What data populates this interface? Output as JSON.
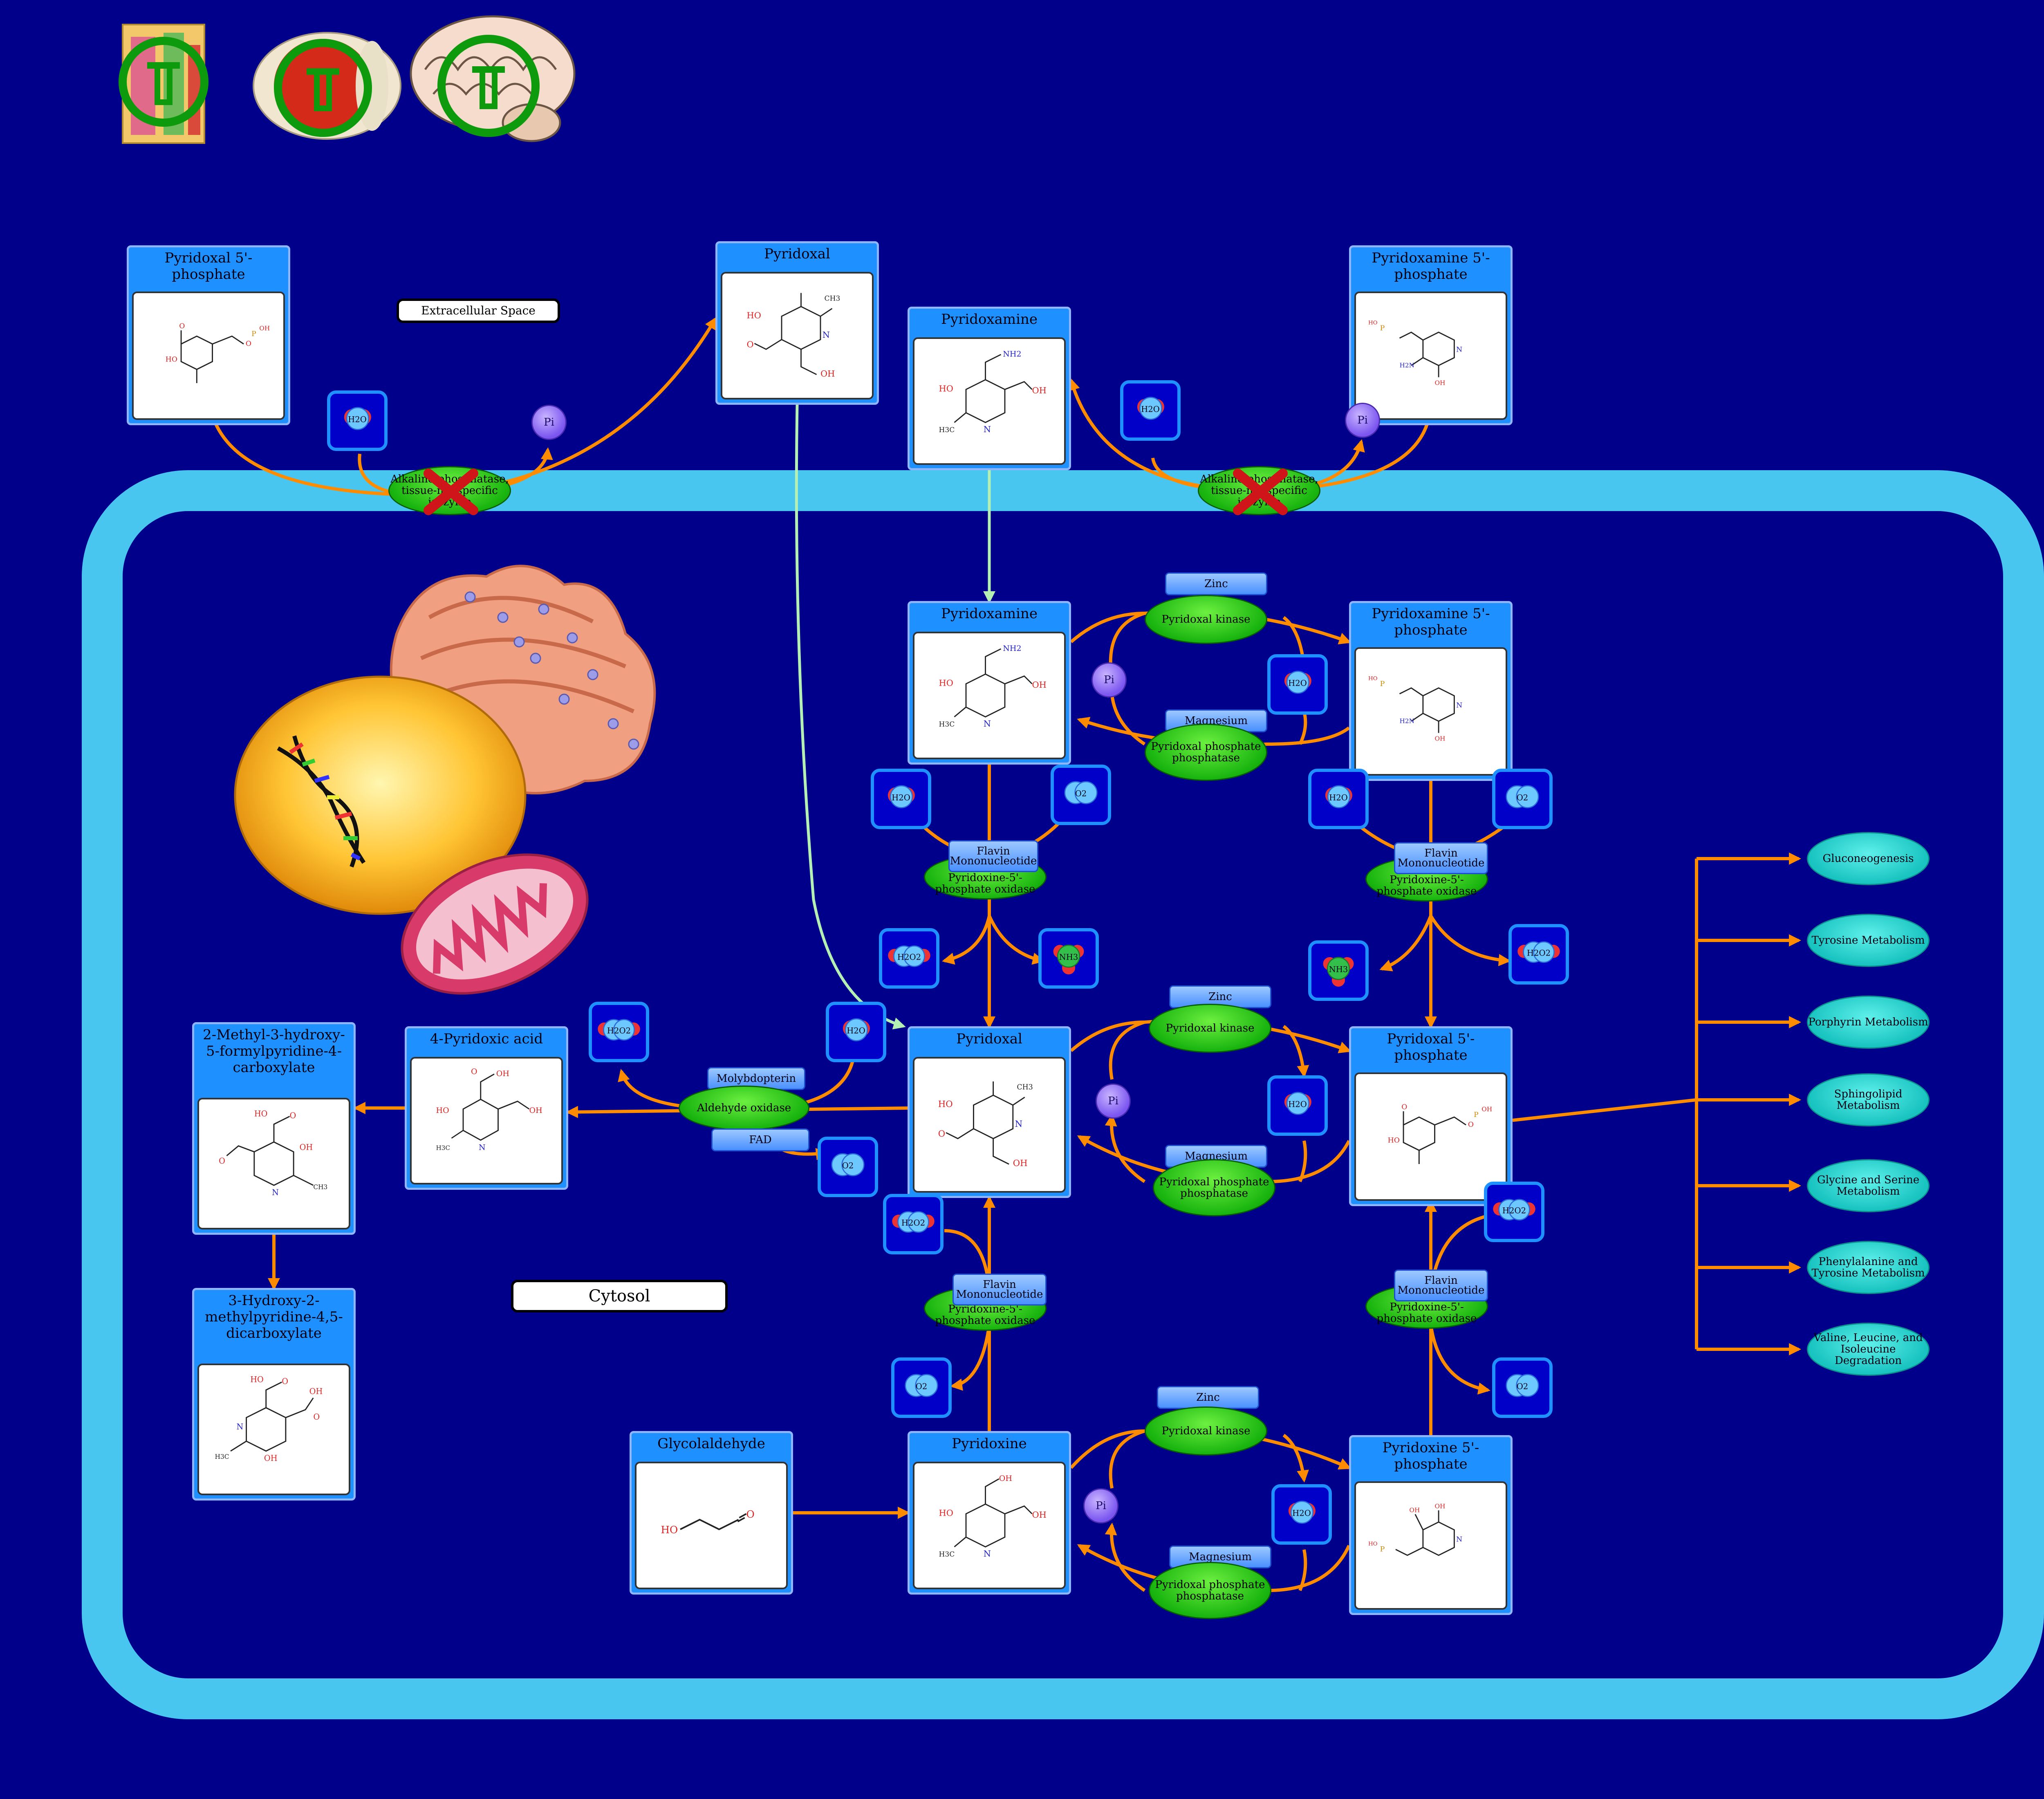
{
  "compartments": {
    "extracellular": "Extracellular Space",
    "cytosol": "Cytosol"
  },
  "compounds": {
    "plp_out": {
      "title": "Pyridoxal 5'-phosphate",
      "icon": "pyridoxal-5-phosphate-structure"
    },
    "pl_out": {
      "title": "Pyridoxal",
      "icon": "pyridoxal-structure"
    },
    "pm_out": {
      "title": "Pyridoxamine",
      "icon": "pyridoxamine-structure"
    },
    "pmp_out": {
      "title": "Pyridoxamine 5'-phosphate",
      "icon": "pyridoxamine-5-phosphate-structure"
    },
    "pm_in": {
      "title": "Pyridoxamine",
      "icon": "pyridoxamine-structure"
    },
    "pmp_in": {
      "title": "Pyridoxamine 5'-phosphate",
      "icon": "pyridoxamine-5-phosphate-structure"
    },
    "pl_in": {
      "title": "Pyridoxal",
      "icon": "pyridoxal-structure"
    },
    "plp_in": {
      "title": "Pyridoxal 5'-phosphate",
      "icon": "pyridoxal-5-phosphate-structure"
    },
    "acid": {
      "title": "4-Pyridoxic acid",
      "icon": "4-pyridoxic-acid-structure"
    },
    "formyl": {
      "title": "2-Methyl-3-hydroxy-5-formylpyridine-4-carboxylate",
      "icon": "formylpyridine-carboxylate-structure"
    },
    "dicarb": {
      "title": "3-Hydroxy-2-methylpyridine-4,5-dicarboxylate",
      "icon": "dicarboxylate-structure"
    },
    "glycol": {
      "title": "Glycolaldehyde",
      "icon": "glycolaldehyde-structure"
    },
    "pn": {
      "title": "Pyridoxine",
      "icon": "pyridoxine-structure"
    },
    "pnp": {
      "title": "Pyridoxine 5'-phosphate",
      "icon": "pyridoxine-5-phosphate-structure"
    }
  },
  "enzymes": {
    "alp1": "Alkaline phosphatase, tissue-nonspecific isozyme",
    "alp2": "Alkaline phosphatase, tissue-nonspecific isozyme",
    "pk1": "Pyridoxal kinase",
    "ppp1": "Pyridoxal phosphate phosphatase",
    "pk2": "Pyridoxal kinase",
    "ppp2": "Pyridoxal phosphate phosphatase",
    "pk3": "Pyridoxal kinase",
    "ppp3": "Pyridoxal phosphate phosphatase",
    "pox1": "Pyridoxine-5'-phosphate oxidase",
    "pox2": "Pyridoxine-5'-phosphate oxidase",
    "pox3": "Pyridoxine-5'-phosphate oxidase",
    "pox4": "Pyridoxine-5'-phosphate oxidase",
    "ao": "Aldehyde oxidase"
  },
  "cofactors": {
    "zinc1": "Zinc",
    "mg1": "Magnesium",
    "zinc2": "Zinc",
    "mg2": "Magnesium",
    "zinc3": "Zinc",
    "mg3": "Magnesium",
    "fmn1": "Flavin Mononucleotide",
    "fmn2": "Flavin Mononucleotide",
    "fmn3": "Flavin Mononucleotide",
    "fmn4": "Flavin Mononucleotide",
    "moly": "Molybdopterin",
    "fad": "FAD"
  },
  "small_molecules": {
    "water": "H2O",
    "oxygen": "O2",
    "peroxide": "H2O2",
    "ammonia": "NH3",
    "phosphate": "Pi"
  },
  "pathways": [
    "Gluconeogenesis",
    "Tyrosine Metabolism",
    "Porphyrin Metabolism",
    "Sphingolipid Metabolism",
    "Glycine and Serine Metabolism",
    "Phenylalanine and Tyrosine Metabolism",
    "Valine, Leucine, and Isoleucine Degradation"
  ],
  "tissues": [
    "cell-tissue-icon",
    "eye-icon",
    "brain-icon"
  ],
  "colors": {
    "background": "#00008b",
    "membrane": "#48c6f0",
    "arrow": "#ff8c00",
    "transport": "#b4f0b4",
    "enzyme": "#19b40f",
    "compound_header": "#1e90ff",
    "pathway": "#18c3c0"
  }
}
